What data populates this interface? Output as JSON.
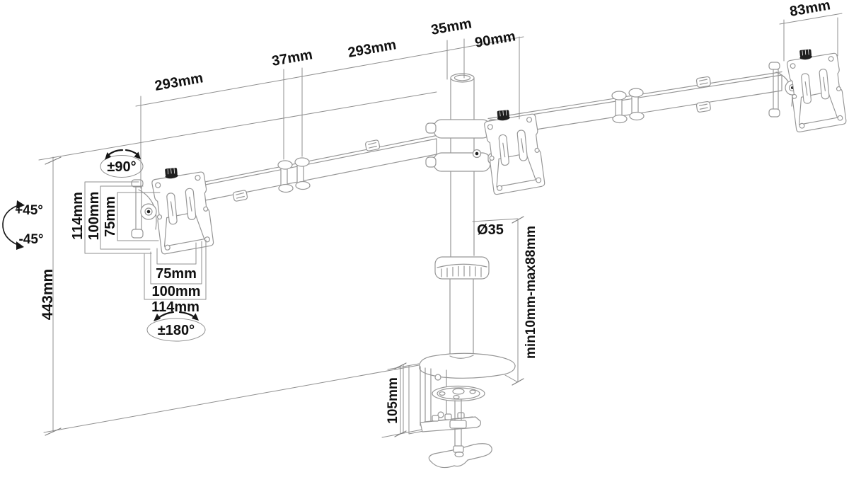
{
  "drawing": {
    "background": "#ffffff",
    "line_color": "#969696",
    "dim_line_color": "#8f8f8f",
    "text_color": "#101010",
    "knob_color": "#1f1f1f",
    "subject": "triple-monitor-desk-mount-arm dimensional drawing"
  },
  "dimensions": {
    "top_chain": [
      {
        "id": "left-arm-span",
        "label": "293mm"
      },
      {
        "id": "arm-joint-width",
        "label": "37mm"
      },
      {
        "id": "inner-arm-span",
        "label": "293mm"
      },
      {
        "id": "pole-top-width",
        "label": "35mm"
      },
      {
        "id": "center-head-offset",
        "label": "90mm"
      },
      {
        "id": "right-head-width",
        "label": "83mm"
      }
    ],
    "rotation": {
      "swivel": "±90°",
      "tilt_up": "+45°",
      "tilt_down": "-45°",
      "rotate": "±180°"
    },
    "vesa_vertical": [
      "114mm",
      "100mm",
      "75mm"
    ],
    "vesa_horizontal": [
      "75mm",
      "100mm",
      "114mm"
    ],
    "column_height": "443mm",
    "pole_diameter": "Ø35",
    "height_range": "min10mm-max88mm",
    "clamp_height": "105mm"
  }
}
